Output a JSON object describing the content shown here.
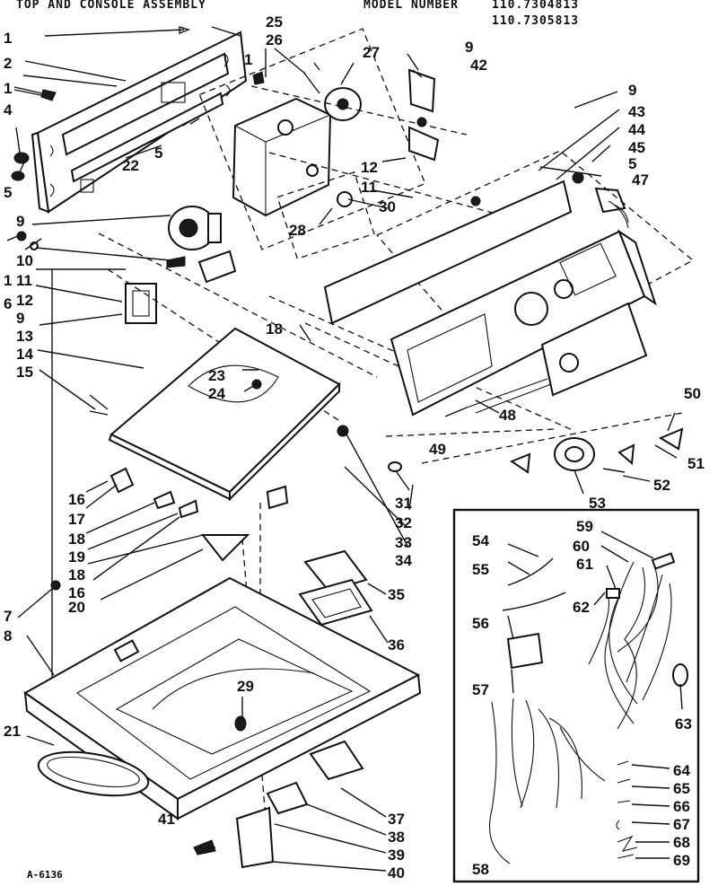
{
  "header": {
    "title": "TOP AND CONSOLE ASSEMBLY",
    "model_label": "MODEL NUMBER",
    "model_numbers": [
      "110.7304813",
      "110.7305813"
    ]
  },
  "figure_code": "A-6136",
  "callouts": [
    "1",
    "2",
    "1",
    "4",
    "22",
    "5",
    "5",
    "1",
    "6",
    "25",
    "26",
    "1",
    "27",
    "9",
    "42",
    "9",
    "43",
    "44",
    "45",
    "5",
    "47",
    "12",
    "11",
    "30",
    "28",
    "9",
    "10",
    "11",
    "12",
    "9",
    "13",
    "14",
    "15",
    "18",
    "23",
    "24",
    "48",
    "49",
    "50",
    "51",
    "52",
    "53",
    "31",
    "32",
    "33",
    "34",
    "16",
    "17",
    "18",
    "19",
    "18",
    "16",
    "20",
    "35",
    "36",
    "7",
    "8",
    "29",
    "21",
    "41",
    "37",
    "38",
    "39",
    "40",
    "54",
    "55",
    "56",
    "57",
    "58",
    "59",
    "60",
    "61",
    "62",
    "63",
    "64",
    "65",
    "66",
    "67",
    "68",
    "69"
  ]
}
